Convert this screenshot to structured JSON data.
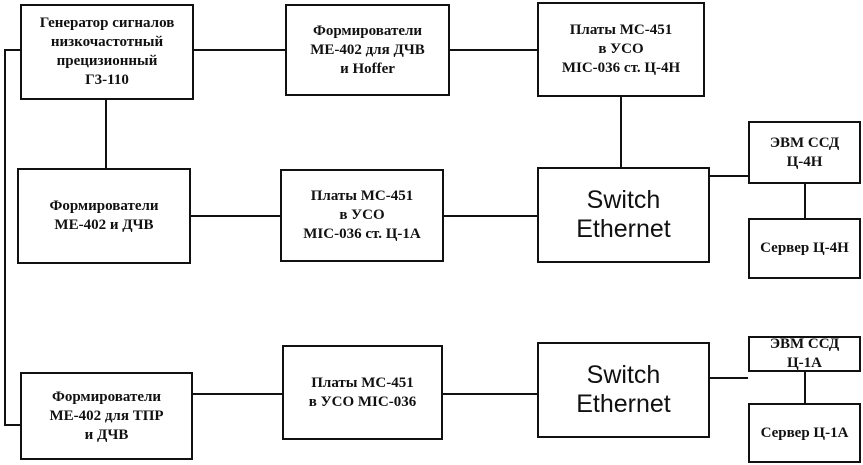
{
  "diagram": {
    "generator": [
      "Генератор сигналов",
      "низкочастотный",
      "прецизионный",
      "Г3-110"
    ],
    "shapers_hoffer": [
      "Формирователи",
      "МЕ-402 для ДЧВ",
      "и Hoffer"
    ],
    "boards_4h": [
      "Платы МС-451",
      "в УСО",
      "MIC-036 ст. Ц-4Н"
    ],
    "shapers_dchv": [
      "Формирователи",
      "МЕ-402 и ДЧВ"
    ],
    "boards_1a": [
      "Платы МС-451",
      "в УСО",
      "MIC-036 ст. Ц-1А"
    ],
    "switch_top": [
      "Switch",
      "Ethernet"
    ],
    "evm_4h": [
      "ЭВМ ССД",
      "Ц-4Н"
    ],
    "server_4h": [
      "Сервер Ц-4Н"
    ],
    "shapers_tpr": [
      "Формирователи",
      "МЕ-402 для ТПР",
      "и ДЧВ"
    ],
    "boards_mic036": [
      "Платы МС-451",
      "в УСО MIC-036"
    ],
    "switch_bottom": [
      "Switch",
      "Ethernet"
    ],
    "evm_1a": [
      "ЭВМ ССД",
      "Ц-1А"
    ],
    "server_1a": [
      "Сервер Ц-1А"
    ]
  }
}
